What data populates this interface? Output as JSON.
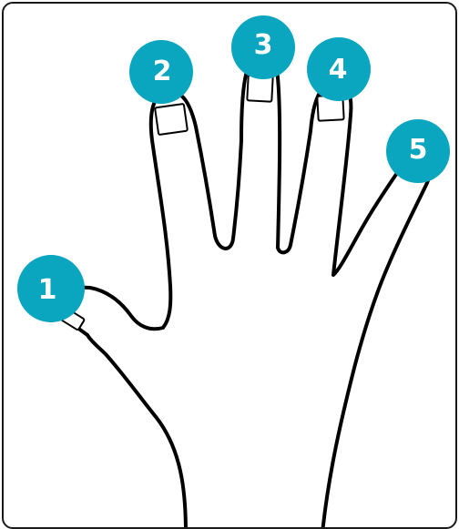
{
  "colors": {
    "badge": "#0aa6bf",
    "outline": "#000000",
    "background": "#ffffff",
    "badge_text": "#ffffff"
  },
  "fingers": [
    {
      "name": "thumb",
      "number": "1"
    },
    {
      "name": "index",
      "number": "2"
    },
    {
      "name": "middle",
      "number": "3"
    },
    {
      "name": "ring",
      "number": "4"
    },
    {
      "name": "pinky",
      "number": "5"
    }
  ]
}
